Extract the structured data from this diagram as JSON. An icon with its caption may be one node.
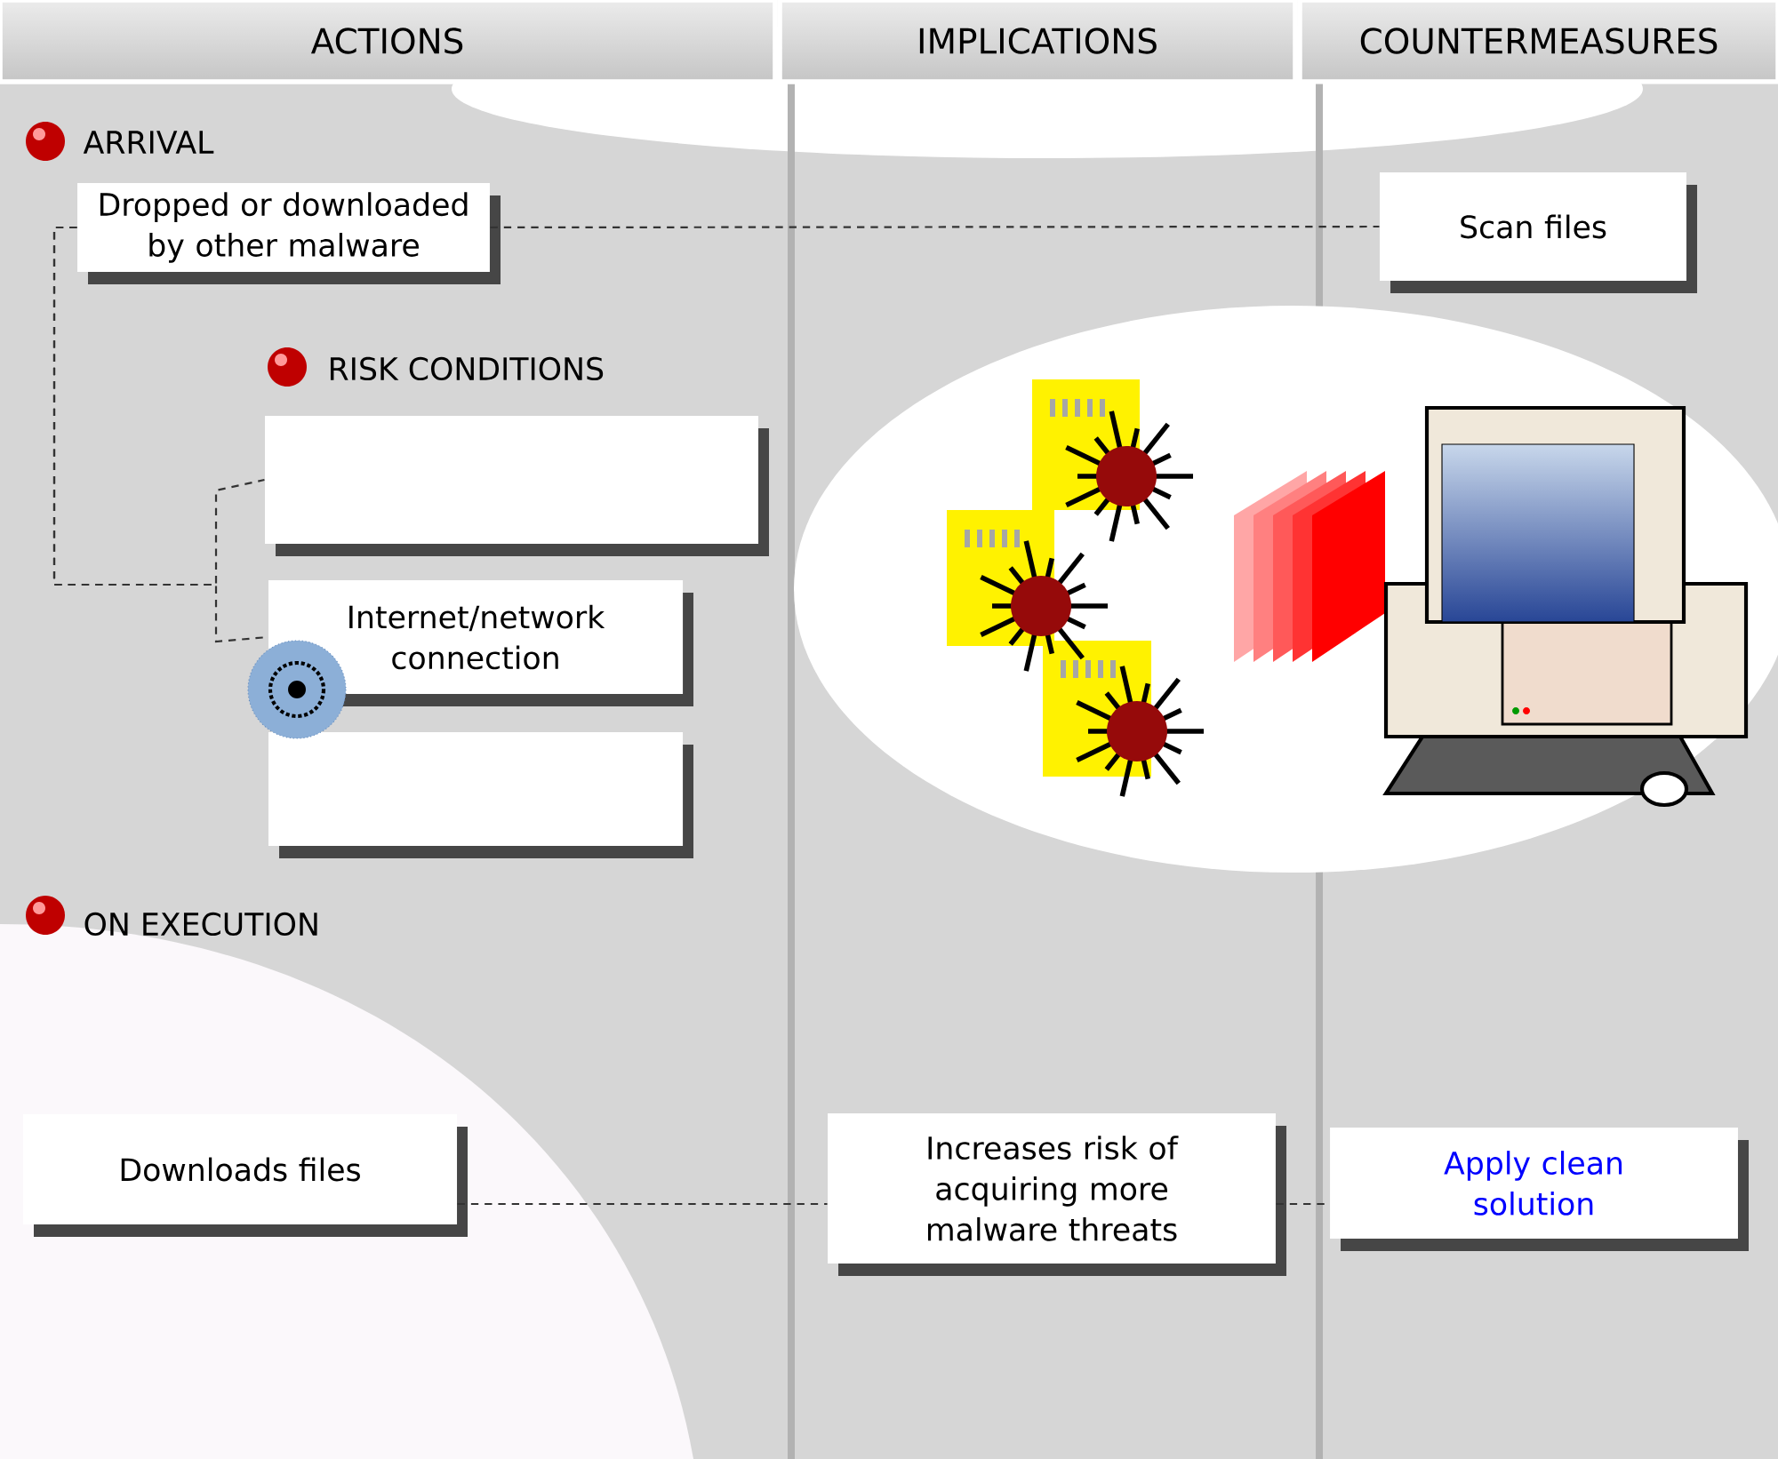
{
  "diagram": {
    "nodes": [
      {
        "text": [
          "ACTIONS"
        ]
      },
      {
        "text": [
          "IMPLICATIONS"
        ]
      },
      {
        "text": [
          "COUNTERMEASURES"
        ]
      },
      {
        "text": [
          "Dropped or downloaded by other malware"
        ]
      },
      {
        "text": [
          "Scan files"
        ]
      },
      {
        "text": [],
        "shape": "box"
      },
      {
        "text": [
          "Internet/network connection"
        ]
      },
      {
        "text": [],
        "shape": "box"
      },
      {
        "text": [
          "Downloads files"
        ]
      },
      {
        "text": [
          "Increases risk of acquiring more malware threats"
        ]
      },
      {
        "text": [
          "Apply clean solution"
        ]
      }
    ],
    "edges": [
      {
        "from": 3,
        "to": 4,
        "arrow": "none"
      },
      {
        "from": 3,
        "to": 5,
        "arrow": "none"
      },
      {
        "from": 3,
        "to": 6,
        "arrow": "none"
      },
      {
        "from": 8,
        "to": 9,
        "arrow": "none"
      },
      {
        "from": 9,
        "to": 10,
        "arrow": "none"
      }
    ],
    "labels": [
      "ARRIVAL",
      "RISK CONDITIONS",
      "ON EXECUTION"
    ]
  }
}
